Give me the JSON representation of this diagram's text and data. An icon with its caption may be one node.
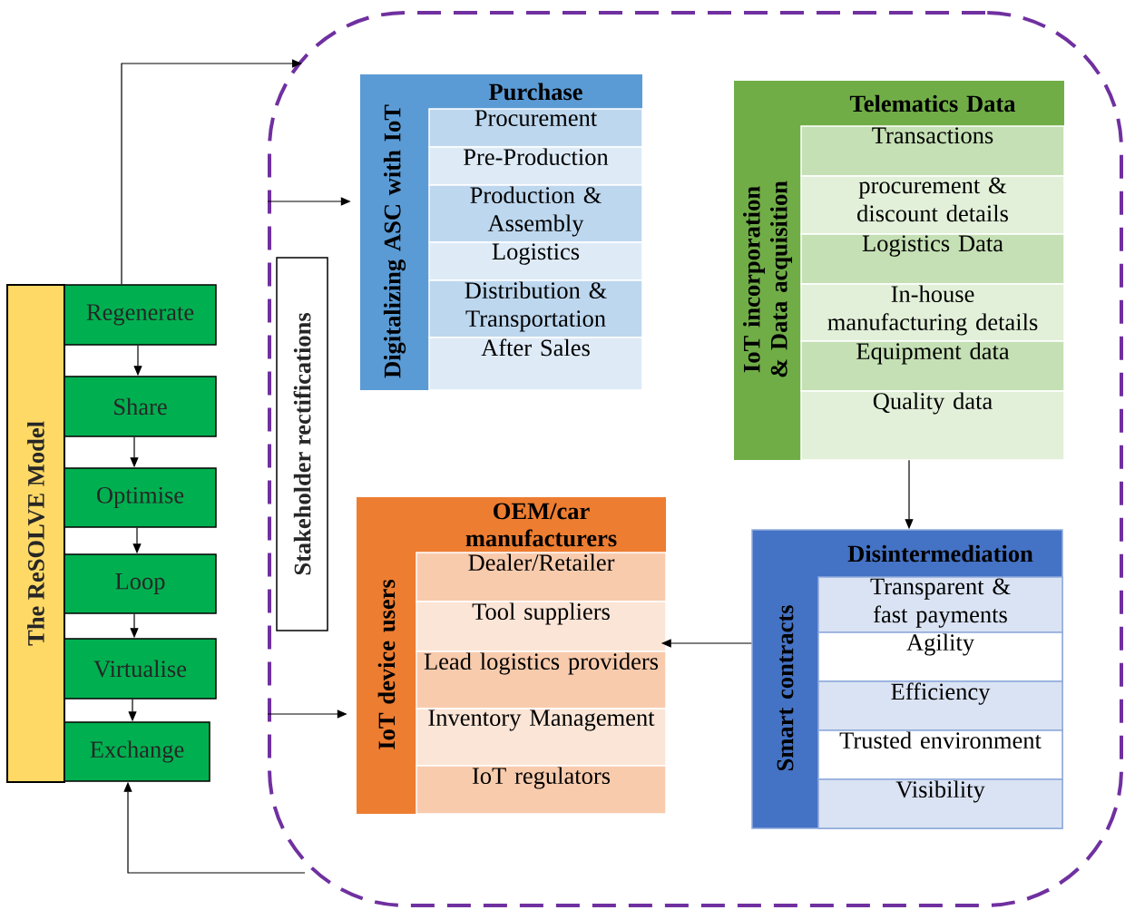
{
  "diagram": {
    "nodes": [
      {
        "text": [
          "The ReSOLVE Model"
        ]
      },
      {
        "text": [
          "Regenerate"
        ]
      },
      {
        "text": [
          "Share"
        ]
      },
      {
        "text": [
          "Optimise"
        ]
      },
      {
        "text": [
          "Loop"
        ]
      },
      {
        "text": [
          "Virtualise"
        ]
      },
      {
        "text": [
          "Exchange"
        ]
      },
      {
        "text": [],
        "shape": "box"
      },
      {
        "text": [
          "Stakeholder rectifications"
        ],
        "in": 7
      },
      {
        "text": [
          "Purchase",
          "Digitalizing ASC with IoT"
        ],
        "in": 7
      },
      {
        "text": [
          "Procurement"
        ],
        "in": 9
      },
      {
        "text": [
          "Pre-Production"
        ],
        "in": 9
      },
      {
        "text": [
          "Production & Assembly"
        ],
        "in": 9
      },
      {
        "text": [
          "Logistics"
        ],
        "in": 9
      },
      {
        "text": [
          "Distribution & Transportation"
        ],
        "in": 9
      },
      {
        "text": [
          "After Sales"
        ],
        "in": 9
      },
      {
        "text": [
          "Telematics Data",
          "IoT incorporation & Data acquisition"
        ],
        "in": 7
      },
      {
        "text": [
          "Transactions"
        ],
        "in": 16
      },
      {
        "text": [
          "procurement & discount details"
        ],
        "in": 16
      },
      {
        "text": [
          "Logistics Data"
        ],
        "in": 16
      },
      {
        "text": [
          "In-house manufacturing details"
        ],
        "in": 16
      },
      {
        "text": [
          "Equipment data"
        ],
        "in": 16
      },
      {
        "text": [
          "Quality data"
        ],
        "in": 16
      },
      {
        "text": [
          "OEM/car manufacturers",
          "IoT device users"
        ],
        "in": 7
      },
      {
        "text": [
          "Dealer/Retailer"
        ],
        "in": 23
      },
      {
        "text": [
          "Tool suppliers"
        ],
        "in": 23
      },
      {
        "text": [
          "Lead logistics providers"
        ],
        "in": 23
      },
      {
        "text": [
          "Inventory Management"
        ],
        "in": 23
      },
      {
        "text": [
          "IoT regulators"
        ],
        "in": 23
      },
      {
        "text": [
          "Disintermediation",
          "Smart contracts"
        ],
        "in": 7
      },
      {
        "text": [
          "Transparent & fast payments"
        ],
        "in": 29
      },
      {
        "text": [
          "Agility"
        ],
        "in": 29
      },
      {
        "text": [
          "Efficiency"
        ],
        "in": 29
      },
      {
        "text": [
          "Trusted environment"
        ],
        "in": 29
      },
      {
        "text": [
          "Visibility"
        ],
        "in": 29
      }
    ],
    "edges": [
      {
        "from": 1,
        "to": 2,
        "arrow": "to"
      },
      {
        "from": 2,
        "to": 3,
        "arrow": "to"
      },
      {
        "from": 3,
        "to": 4,
        "arrow": "to"
      },
      {
        "from": 4,
        "to": 5,
        "arrow": "to"
      },
      {
        "from": 5,
        "to": 6,
        "arrow": "to"
      },
      {
        "from": 1,
        "to": 7,
        "arrow": "to"
      },
      {
        "from": 7,
        "to": 9,
        "arrow": "to"
      },
      {
        "from": 7,
        "to": 23,
        "arrow": "to"
      },
      {
        "from": 16,
        "to": 29,
        "arrow": "to"
      },
      {
        "from": 29,
        "to": 25,
        "arrow": "to"
      },
      {
        "from": 7,
        "to": 6,
        "arrow": "to"
      }
    ]
  }
}
